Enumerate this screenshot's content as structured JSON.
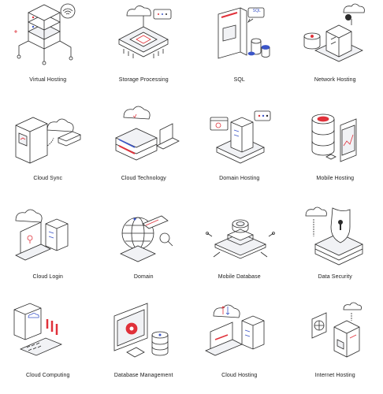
{
  "colors": {
    "ink": "#2b2b2b",
    "accent": "#e0313a",
    "blue": "#3b55c8",
    "line": "#9aa0aa",
    "fill": "#f1f2f5"
  },
  "icons": [
    {
      "id": "virtual-hosting",
      "label": "Virtual Hosting"
    },
    {
      "id": "storage-processing",
      "label": "Storage Processing"
    },
    {
      "id": "sql",
      "label": "SQL",
      "text": "SQL"
    },
    {
      "id": "network-hosting",
      "label": "Network Hosting"
    },
    {
      "id": "cloud-sync",
      "label": "Cloud Sync"
    },
    {
      "id": "cloud-technology",
      "label": "Cloud Technology"
    },
    {
      "id": "domain-hosting",
      "label": "Domain Hosting"
    },
    {
      "id": "mobile-hosting",
      "label": "Mobile Hosting"
    },
    {
      "id": "cloud-login",
      "label": "Cloud Login"
    },
    {
      "id": "domain",
      "label": "Domain"
    },
    {
      "id": "mobile-database",
      "label": "Mobile Database"
    },
    {
      "id": "data-security",
      "label": "Data Security"
    },
    {
      "id": "cloud-computing",
      "label": "Cloud Computing"
    },
    {
      "id": "database-management",
      "label": "Database Management"
    },
    {
      "id": "cloud-hosting",
      "label": "Cloud Hosting"
    },
    {
      "id": "internet-hosting",
      "label": "Internet Hosting"
    }
  ]
}
